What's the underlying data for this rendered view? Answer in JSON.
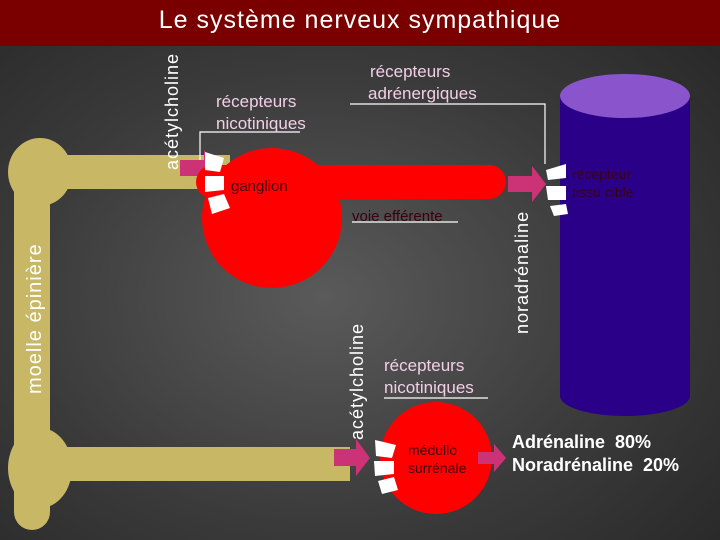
{
  "title": "Le système nerveux sympathique",
  "labels": {
    "acetylcholine_top": "acétylcholine",
    "recepteurs_nicotiniques_top_1": "récepteurs",
    "recepteurs_nicotiniques_top_2": "nicotiniques",
    "recepteurs_adrenergiques_1": "récepteurs",
    "recepteurs_adrenergiques_2": "adrénergiques",
    "ganglion": "ganglion",
    "recepteur_tissu_1": "récepteur",
    "recepteur_tissu_2": "tissu cible",
    "voie_efferente": "voie efférente",
    "noradrenaline": "noradrénaline",
    "moelle_epiniere": "moelle épinière",
    "acetylcholine_bottom": "acétylcholine",
    "recepteurs_nicotiniques_bottom_1": "récepteurs",
    "recepteurs_nicotiniques_bottom_2": "nicotiniques",
    "medullo_1": "médullo",
    "medullo_2": "surrénale",
    "adrenaline_ratio": "Adrénaline  80%",
    "noradrenaline_ratio": "Noradrénaline  20%"
  },
  "colors": {
    "title_bar": "#7a0000",
    "neuron_red": "#ff0000",
    "spinal_cord": "#c8b865",
    "target_tissue": "#2a0088",
    "target_tissue_top": "#8a55cc",
    "arrow_pink": "#cc3377"
  }
}
